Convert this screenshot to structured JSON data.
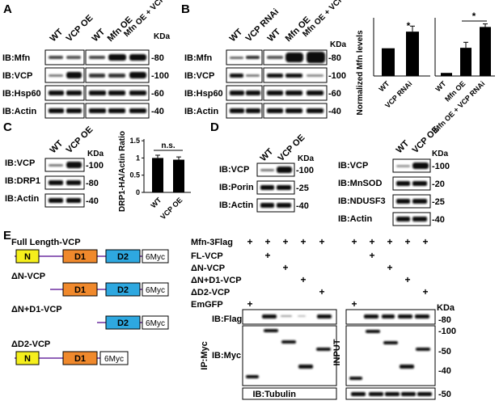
{
  "panel_letters": [
    "A",
    "B",
    "C",
    "D",
    "E"
  ],
  "panelA": {
    "lanes": [
      "WT",
      "VCP OE",
      "WT",
      "Mfn OE",
      "Mfn OE + VCP OE"
    ],
    "rows": [
      "IB:Mfn",
      "IB:VCP",
      "IB:Hsp60",
      "IB:Actin"
    ],
    "kda_label": "KDa",
    "kda": [
      "-80",
      "-100",
      "-60",
      "-40"
    ]
  },
  "panelB": {
    "lanes": [
      "WT",
      "VCP RNAi",
      "WT",
      "Mfn OE",
      "Mfn OE + VCP RNAi"
    ],
    "rows": [
      "IB:Mfn",
      "IB:VCP",
      "IB:Hsp60",
      "IB:Actin"
    ],
    "kda_label": "KDa",
    "kda": [
      "-80",
      "-100",
      "-60",
      "-40"
    ],
    "chart1": {
      "type": "bar",
      "ylabel": "Normalized Mfn levels",
      "categories": [
        "WT",
        "VCP RNAi"
      ],
      "values": [
        1.0,
        1.6
      ],
      "errors": [
        0.0,
        0.2
      ],
      "ylim": [
        0,
        2.1
      ],
      "significance": "*"
    },
    "chart2": {
      "type": "bar",
      "categories": [
        "WT",
        "Mfn OE",
        "Mfn OE + VCP RNAi"
      ],
      "values": [
        1.0,
        9.2,
        16.0
      ],
      "errors": [
        0.0,
        1.8,
        1.0
      ],
      "ylim": [
        0,
        19
      ],
      "significance": "*"
    }
  },
  "panelC": {
    "lanes": [
      "WT",
      "VCP OE"
    ],
    "rows": [
      "IB:VCP",
      "IB:DRP1",
      "IB:Actin"
    ],
    "kda_label": "KDa",
    "kda": [
      "-100",
      "-80",
      "-40"
    ],
    "chart": {
      "type": "bar",
      "ylabel": "DRP1-HA/Actin Ratio",
      "categories": [
        "WT",
        "VCP OE"
      ],
      "values": [
        1.0,
        0.95
      ],
      "errors": [
        0.08,
        0.08
      ],
      "ylim": [
        0,
        1.55
      ],
      "yticks": [
        "0",
        "0.5",
        "1",
        "1.5"
      ],
      "significance": "n.s."
    }
  },
  "panelD": {
    "left": {
      "lanes": [
        "WT",
        "VCP OE"
      ],
      "rows": [
        "IB:VCP",
        "IB:Porin",
        "IB:Actin"
      ],
      "kda_label": "KDa",
      "kda": [
        "-100",
        "-25",
        "-40"
      ]
    },
    "right": {
      "lanes": [
        "WT",
        "VCP OE"
      ],
      "rows": [
        "IB:VCP",
        "IB:MnSOD",
        "IB:NDUSF3",
        "IB:Actin"
      ],
      "kda_label": "KDa",
      "kda": [
        "-100",
        "-20",
        "-25",
        "-40"
      ]
    }
  },
  "panelE": {
    "constructs": [
      {
        "name": "Full Length-VCP",
        "domains": [
          "N",
          "D1",
          "D2",
          "6Myc"
        ]
      },
      {
        "name": "ΔN-VCP",
        "domains": [
          "D1",
          "D2",
          "6Myc"
        ]
      },
      {
        "name": "ΔN+D1-VCP",
        "domains": [
          "D2",
          "6Myc"
        ]
      },
      {
        "name": "ΔD2-VCP",
        "domains": [
          "N",
          "D1",
          "6Myc"
        ]
      }
    ],
    "condition_rows": [
      {
        "label": "Mfn-3Flag",
        "ip": [
          "+",
          "+",
          "+",
          "+",
          "+"
        ],
        "input": [
          "+",
          "+",
          "+",
          "+",
          "+"
        ]
      },
      {
        "label": "FL-VCP",
        "ip": [
          "",
          "+",
          "",
          "",
          ""
        ],
        "input": [
          "",
          "+",
          "",
          "",
          ""
        ]
      },
      {
        "label": "ΔN-VCP",
        "ip": [
          "",
          "",
          "+",
          "",
          ""
        ],
        "input": [
          "",
          "",
          "+",
          "",
          ""
        ]
      },
      {
        "label": "ΔN+D1-VCP",
        "ip": [
          "",
          "",
          "",
          "+",
          ""
        ],
        "input": [
          "",
          "",
          "",
          "+",
          ""
        ]
      },
      {
        "label": "ΔD2-VCP",
        "ip": [
          "",
          "",
          "",
          "",
          "+"
        ],
        "input": [
          "",
          "",
          "",
          "",
          "+"
        ]
      },
      {
        "label": "EmGFP",
        "ip": [
          "+",
          "",
          "",
          "",
          ""
        ],
        "input": [
          "+",
          "",
          "",
          "",
          ""
        ]
      }
    ],
    "ip_label": "IP:Myc",
    "input_label": "INPUT",
    "ib_flag": "IB:Flag",
    "ib_myc": "IB:Myc",
    "ib_tubulin": "IB:Tubulin",
    "kda_label": "KDa",
    "kda": [
      "-80",
      "-100",
      "-50",
      "-40",
      "-50"
    ]
  },
  "colors": {
    "N": "#f5ef1c",
    "D1": "#f0892c",
    "D2": "#2ea8e0",
    "Myc": "#ffffff",
    "linker": "#6d2fa0",
    "bar": "#000000"
  }
}
